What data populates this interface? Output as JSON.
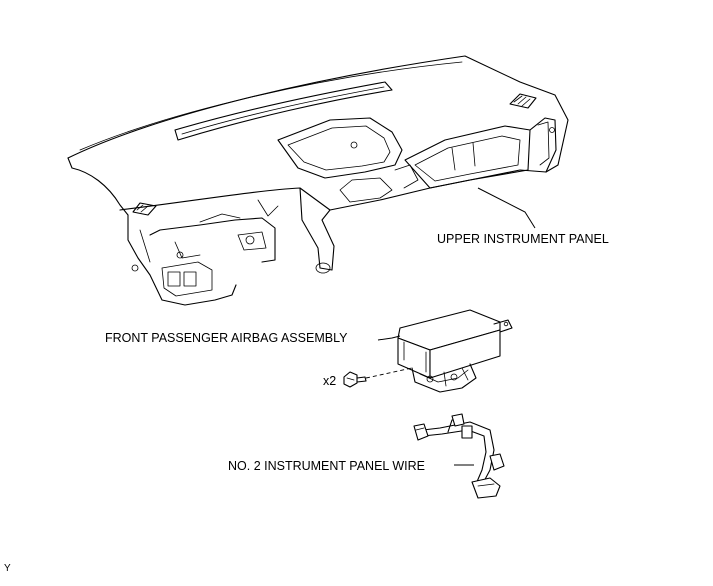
{
  "labels": {
    "upper_panel": "UPPER INSTRUMENT PANEL",
    "airbag": "FRONT PASSENGER AIRBAG ASSEMBLY",
    "bolt_qty": "x2",
    "wire": "NO. 2 INSTRUMENT PANEL WIRE",
    "corner_code": "Y"
  }
}
